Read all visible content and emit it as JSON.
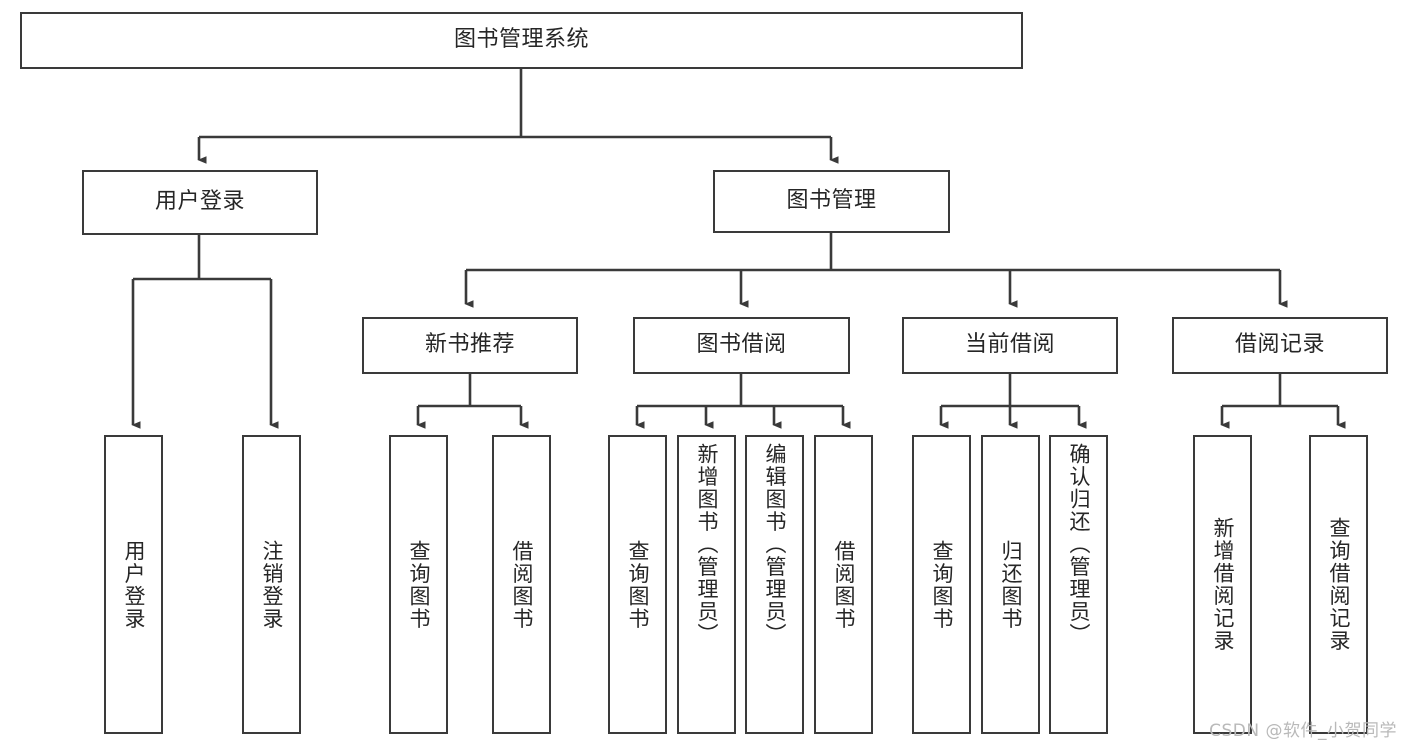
{
  "diagram": {
    "title": "图书管理系统",
    "type": "tree-hierarchy",
    "watermark": "CSDN @软件_小贺同学",
    "root": {
      "id": "root",
      "label": "图书管理系统"
    },
    "level1": [
      {
        "id": "user-login",
        "label": "用户登录"
      },
      {
        "id": "book-manage",
        "label": "图书管理"
      }
    ],
    "level2": [
      {
        "id": "new-book-recommend",
        "label": "新书推荐",
        "parent": "book-manage"
      },
      {
        "id": "book-borrow",
        "label": "图书借阅",
        "parent": "book-manage"
      },
      {
        "id": "current-borrow",
        "label": "当前借阅",
        "parent": "book-manage"
      },
      {
        "id": "borrow-record",
        "label": "借阅记录",
        "parent": "book-manage"
      }
    ],
    "leaves": {
      "user_login": [
        {
          "id": "leaf-user-login",
          "label": "用户登录"
        },
        {
          "id": "leaf-logout",
          "label": "注销登录"
        }
      ],
      "new_book_recommend": [
        {
          "id": "leaf-query-book-1",
          "label": "查询图书"
        },
        {
          "id": "leaf-borrow-book-1",
          "label": "借阅图书"
        }
      ],
      "book_borrow": [
        {
          "id": "leaf-query-book-2",
          "label": "查询图书"
        },
        {
          "id": "leaf-add-book",
          "label": "新增图书（管理员）"
        },
        {
          "id": "leaf-edit-book",
          "label": "编辑图书（管理员）"
        },
        {
          "id": "leaf-borrow-book-2",
          "label": "借阅图书"
        }
      ],
      "current_borrow": [
        {
          "id": "leaf-query-book-3",
          "label": "查询图书"
        },
        {
          "id": "leaf-return-book",
          "label": "归还图书"
        },
        {
          "id": "leaf-confirm-return",
          "label": "确认归还（管理员）"
        }
      ],
      "borrow_record": [
        {
          "id": "leaf-add-record",
          "label": "新增借阅记录"
        },
        {
          "id": "leaf-query-record",
          "label": "查询借阅记录"
        }
      ]
    },
    "colors": {
      "stroke": "#3a3a3a",
      "fill": "#ffffff",
      "text": "#262626",
      "watermark": "#b9b9b9",
      "background": "#ffffff"
    }
  }
}
